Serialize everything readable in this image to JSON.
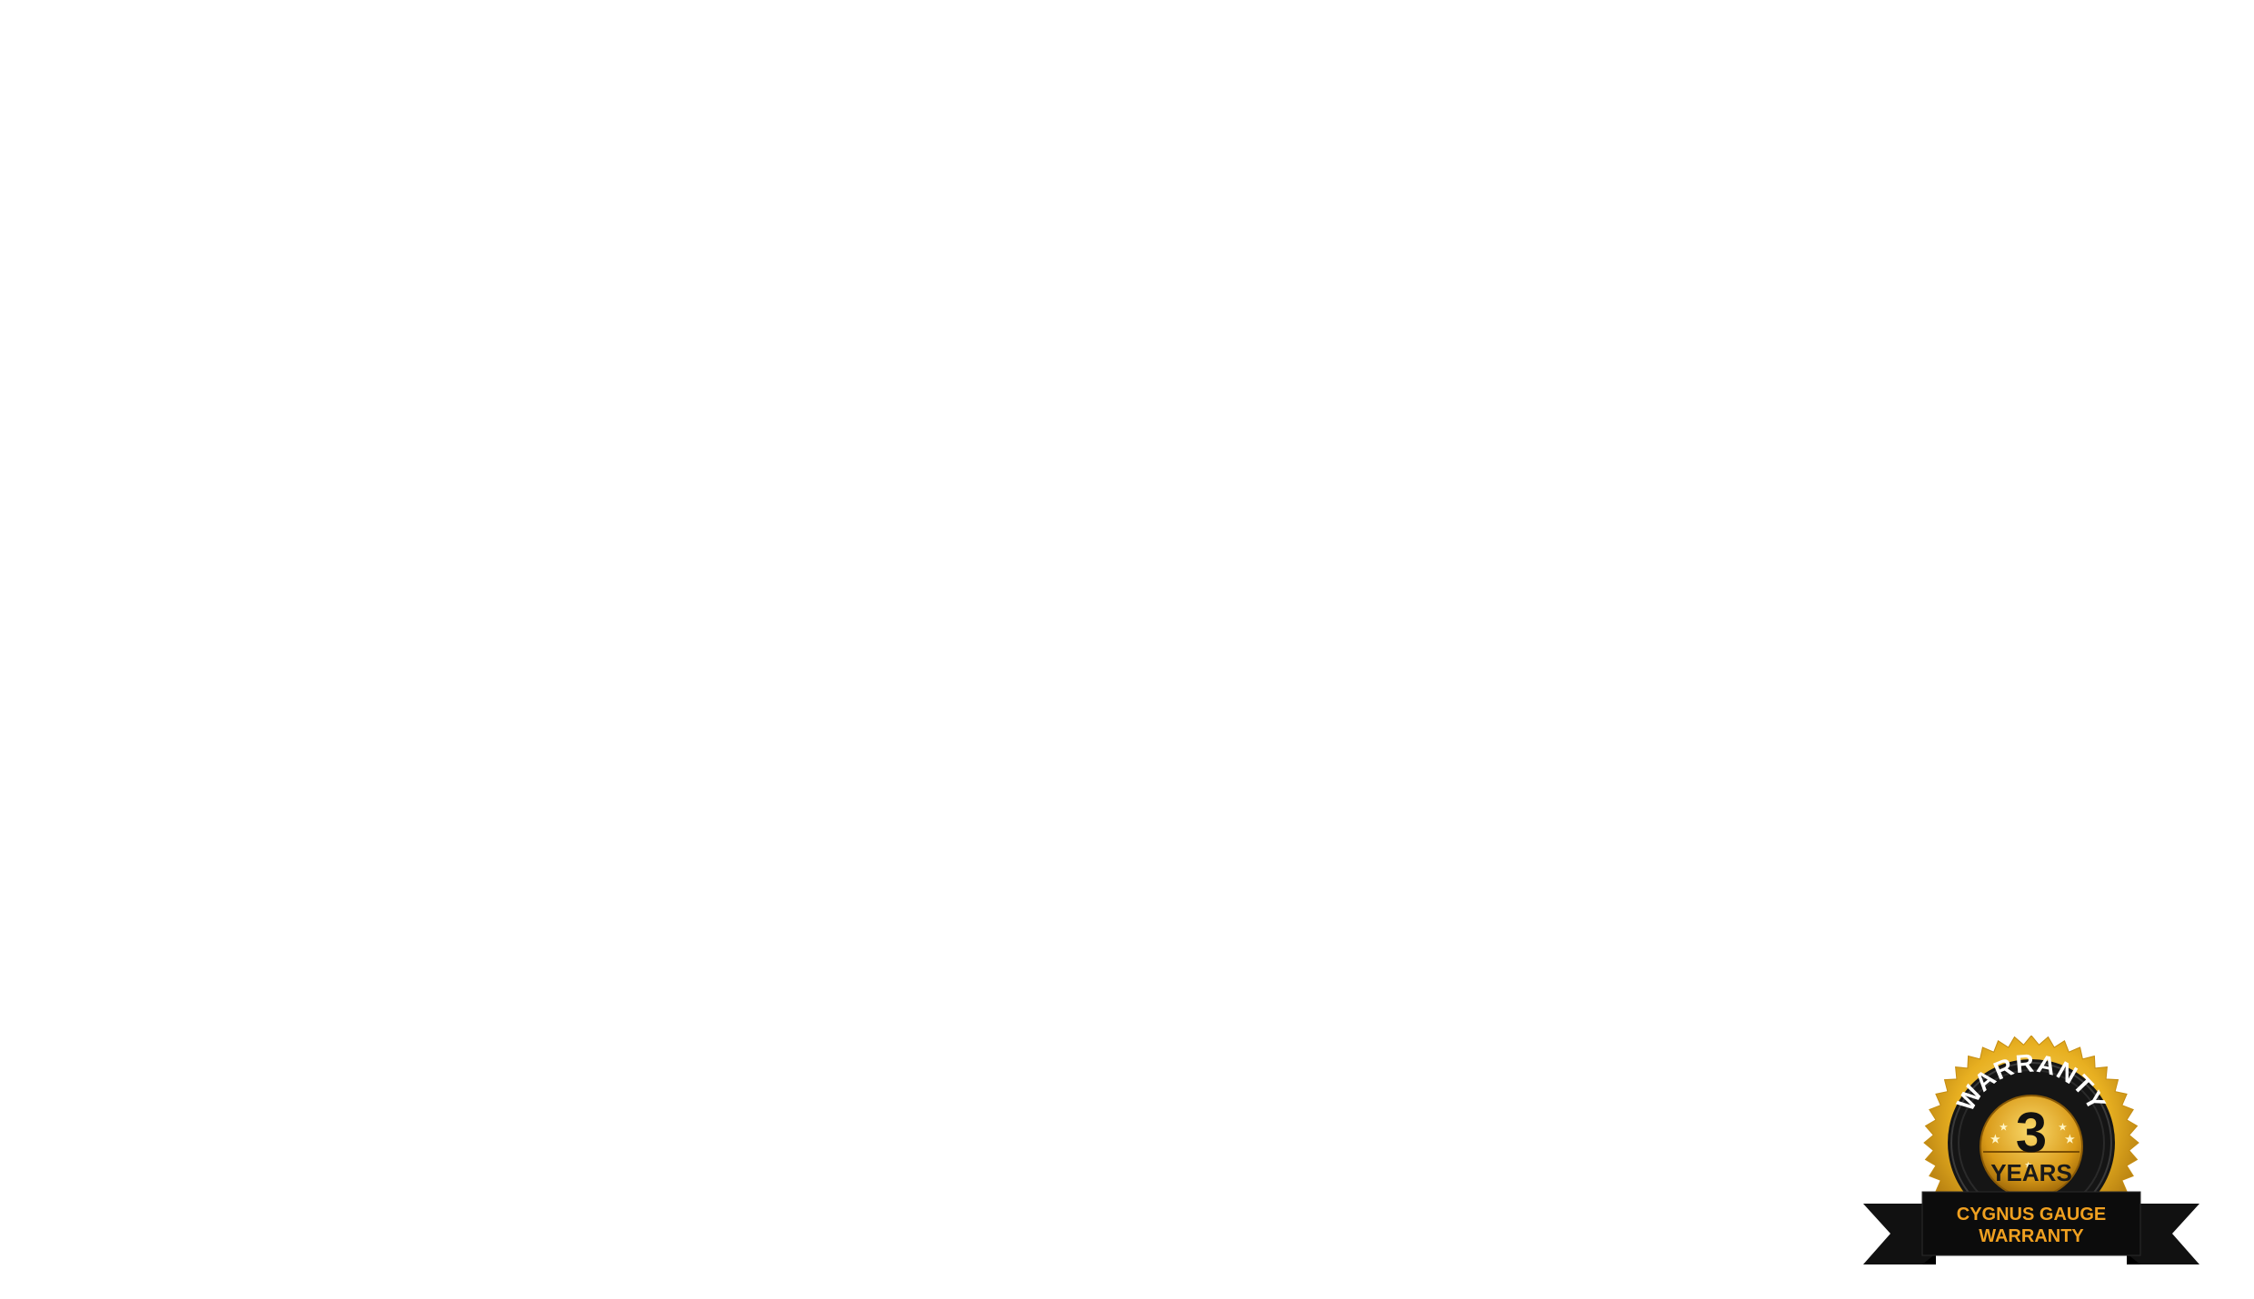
{
  "badge": {
    "arc_text": "WARRANTY",
    "number": "3",
    "unit": "YEARS",
    "ribbon_line1": "CYGNUS GAUGE",
    "ribbon_line2": "WARRANTY",
    "colors": {
      "gold": "#e8b021",
      "gold_light": "#f7d45a",
      "gold_dark": "#b07a0e",
      "black": "#111111",
      "ribbon_text": "#f0a020",
      "background": "#ffffff"
    }
  }
}
